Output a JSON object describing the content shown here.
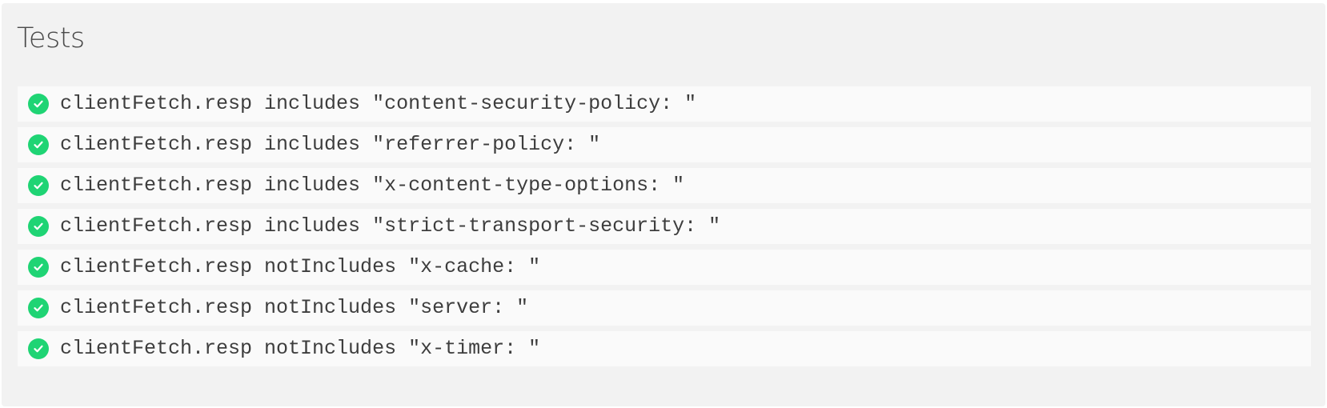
{
  "panel": {
    "title": "Tests"
  },
  "colors": {
    "pass": "#1fd474",
    "panel_bg": "#f2f2f2",
    "row_bg": "#fafafa",
    "text": "#3d3d3d"
  },
  "tests": [
    {
      "status": "pass",
      "icon": "check-circle-icon",
      "text": "clientFetch.resp includes \"content-security-policy: \""
    },
    {
      "status": "pass",
      "icon": "check-circle-icon",
      "text": "clientFetch.resp includes \"referrer-policy: \""
    },
    {
      "status": "pass",
      "icon": "check-circle-icon",
      "text": "clientFetch.resp includes \"x-content-type-options: \""
    },
    {
      "status": "pass",
      "icon": "check-circle-icon",
      "text": "clientFetch.resp includes \"strict-transport-security: \""
    },
    {
      "status": "pass",
      "icon": "check-circle-icon",
      "text": "clientFetch.resp notIncludes \"x-cache: \""
    },
    {
      "status": "pass",
      "icon": "check-circle-icon",
      "text": "clientFetch.resp notIncludes \"server: \""
    },
    {
      "status": "pass",
      "icon": "check-circle-icon",
      "text": "clientFetch.resp notIncludes \"x-timer: \""
    }
  ]
}
